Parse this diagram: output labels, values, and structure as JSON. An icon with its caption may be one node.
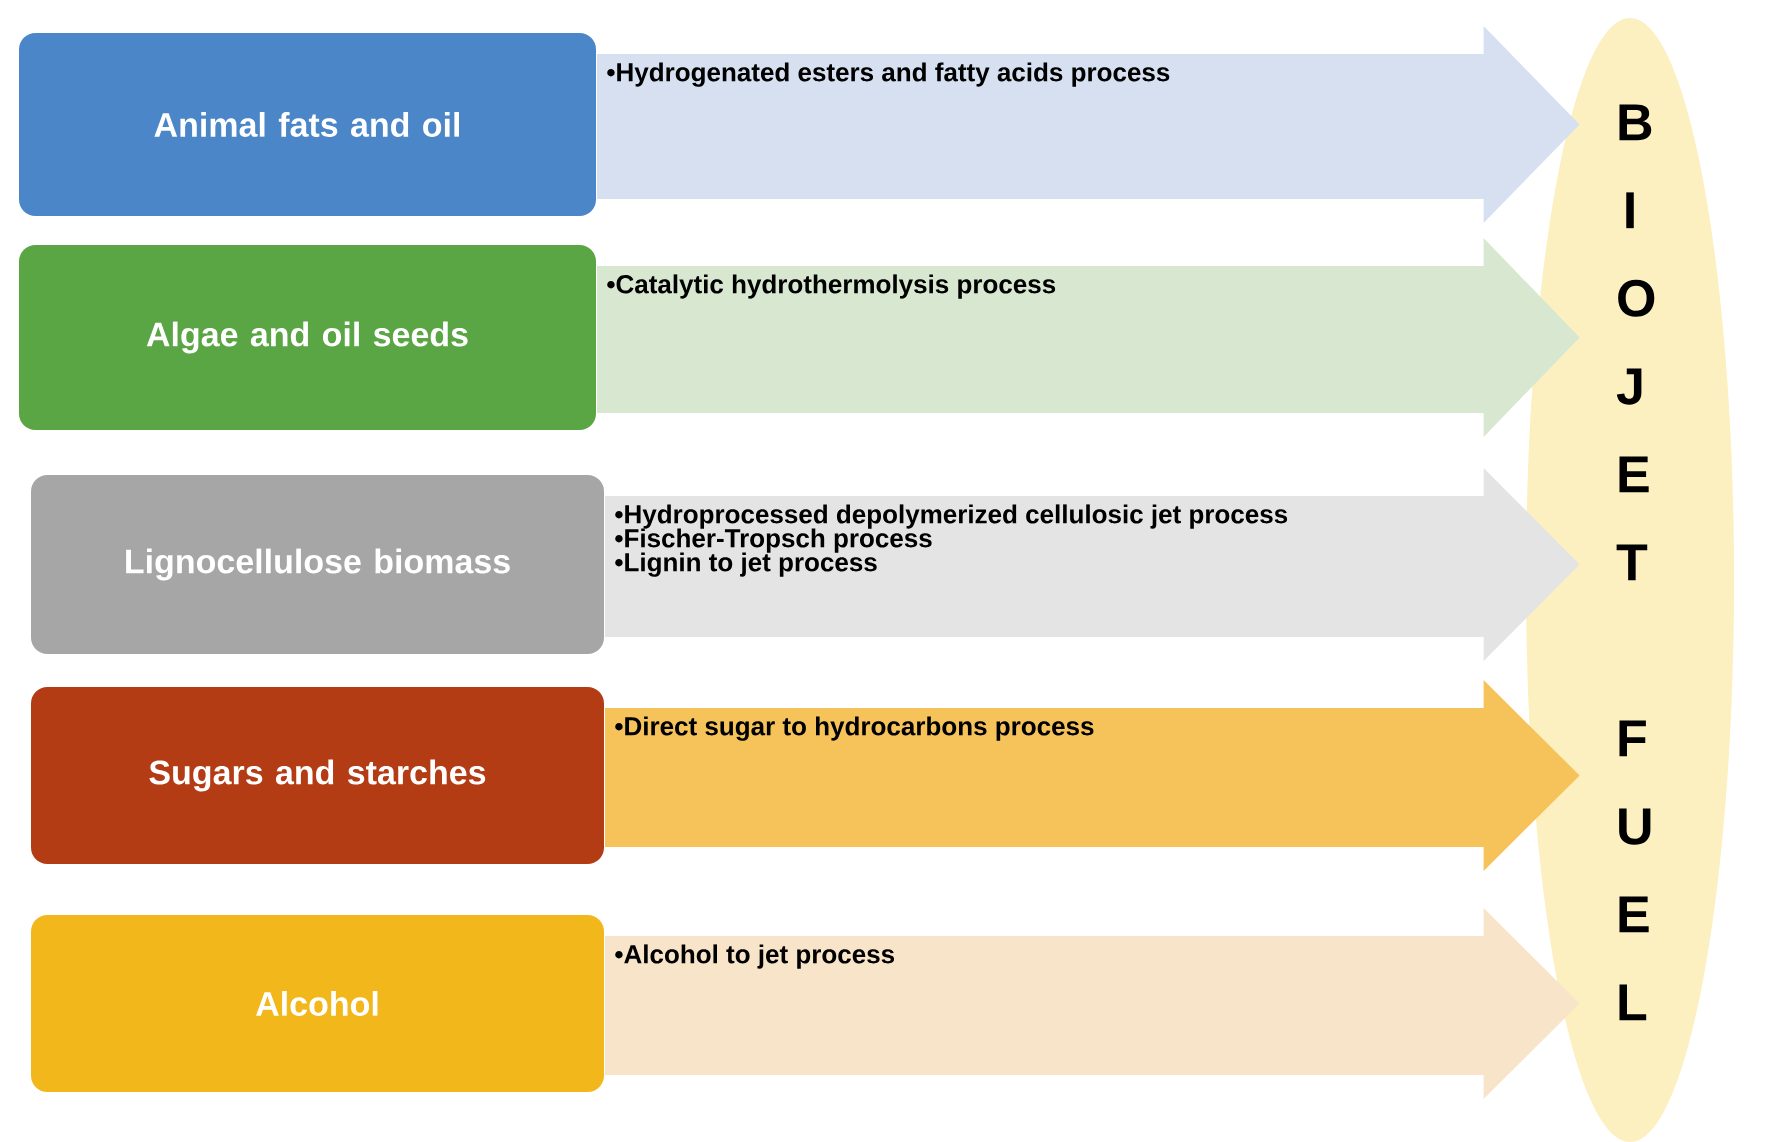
{
  "diagram": {
    "nodes": [
      {
        "text": [
          "Animal fats and oil"
        ]
      },
      {
        "text": [
          "•Hydrogenated esters and fatty acids process"
        ]
      },
      {
        "text": [
          "Algae and oil seeds"
        ]
      },
      {
        "text": [
          "•Catalytic hydrothermolysis process"
        ]
      },
      {
        "text": [
          "Lignocellulose biomass"
        ]
      },
      {
        "text": [
          "•Hydroprocessed depolymerized cellulosic jet process",
          "•Fischer-Tropsch process",
          "•Lignin to jet process"
        ]
      },
      {
        "text": [
          "Sugars and starches"
        ]
      },
      {
        "text": [
          "•Direct sugar to hydrocarbons process"
        ]
      },
      {
        "text": [
          "Alcohol"
        ]
      },
      {
        "text": [
          "•Alcohol to jet process"
        ]
      },
      {
        "text": [
          "BIOJET",
          "FUEL"
        ]
      }
    ],
    "edges": [
      {
        "from": 0,
        "to": 10,
        "arrow": "to",
        "color": "#d6e0f0"
      },
      {
        "from": 2,
        "to": 10,
        "arrow": "to",
        "color": "#d8e8d0"
      },
      {
        "from": 4,
        "to": 10,
        "arrow": "to",
        "color": "#e4e4e4"
      },
      {
        "from": 6,
        "to": 10,
        "arrow": "to",
        "color": "#f6c25a"
      },
      {
        "from": 8,
        "to": 10,
        "arrow": "to",
        "color": "#f8e4c8"
      }
    ]
  }
}
